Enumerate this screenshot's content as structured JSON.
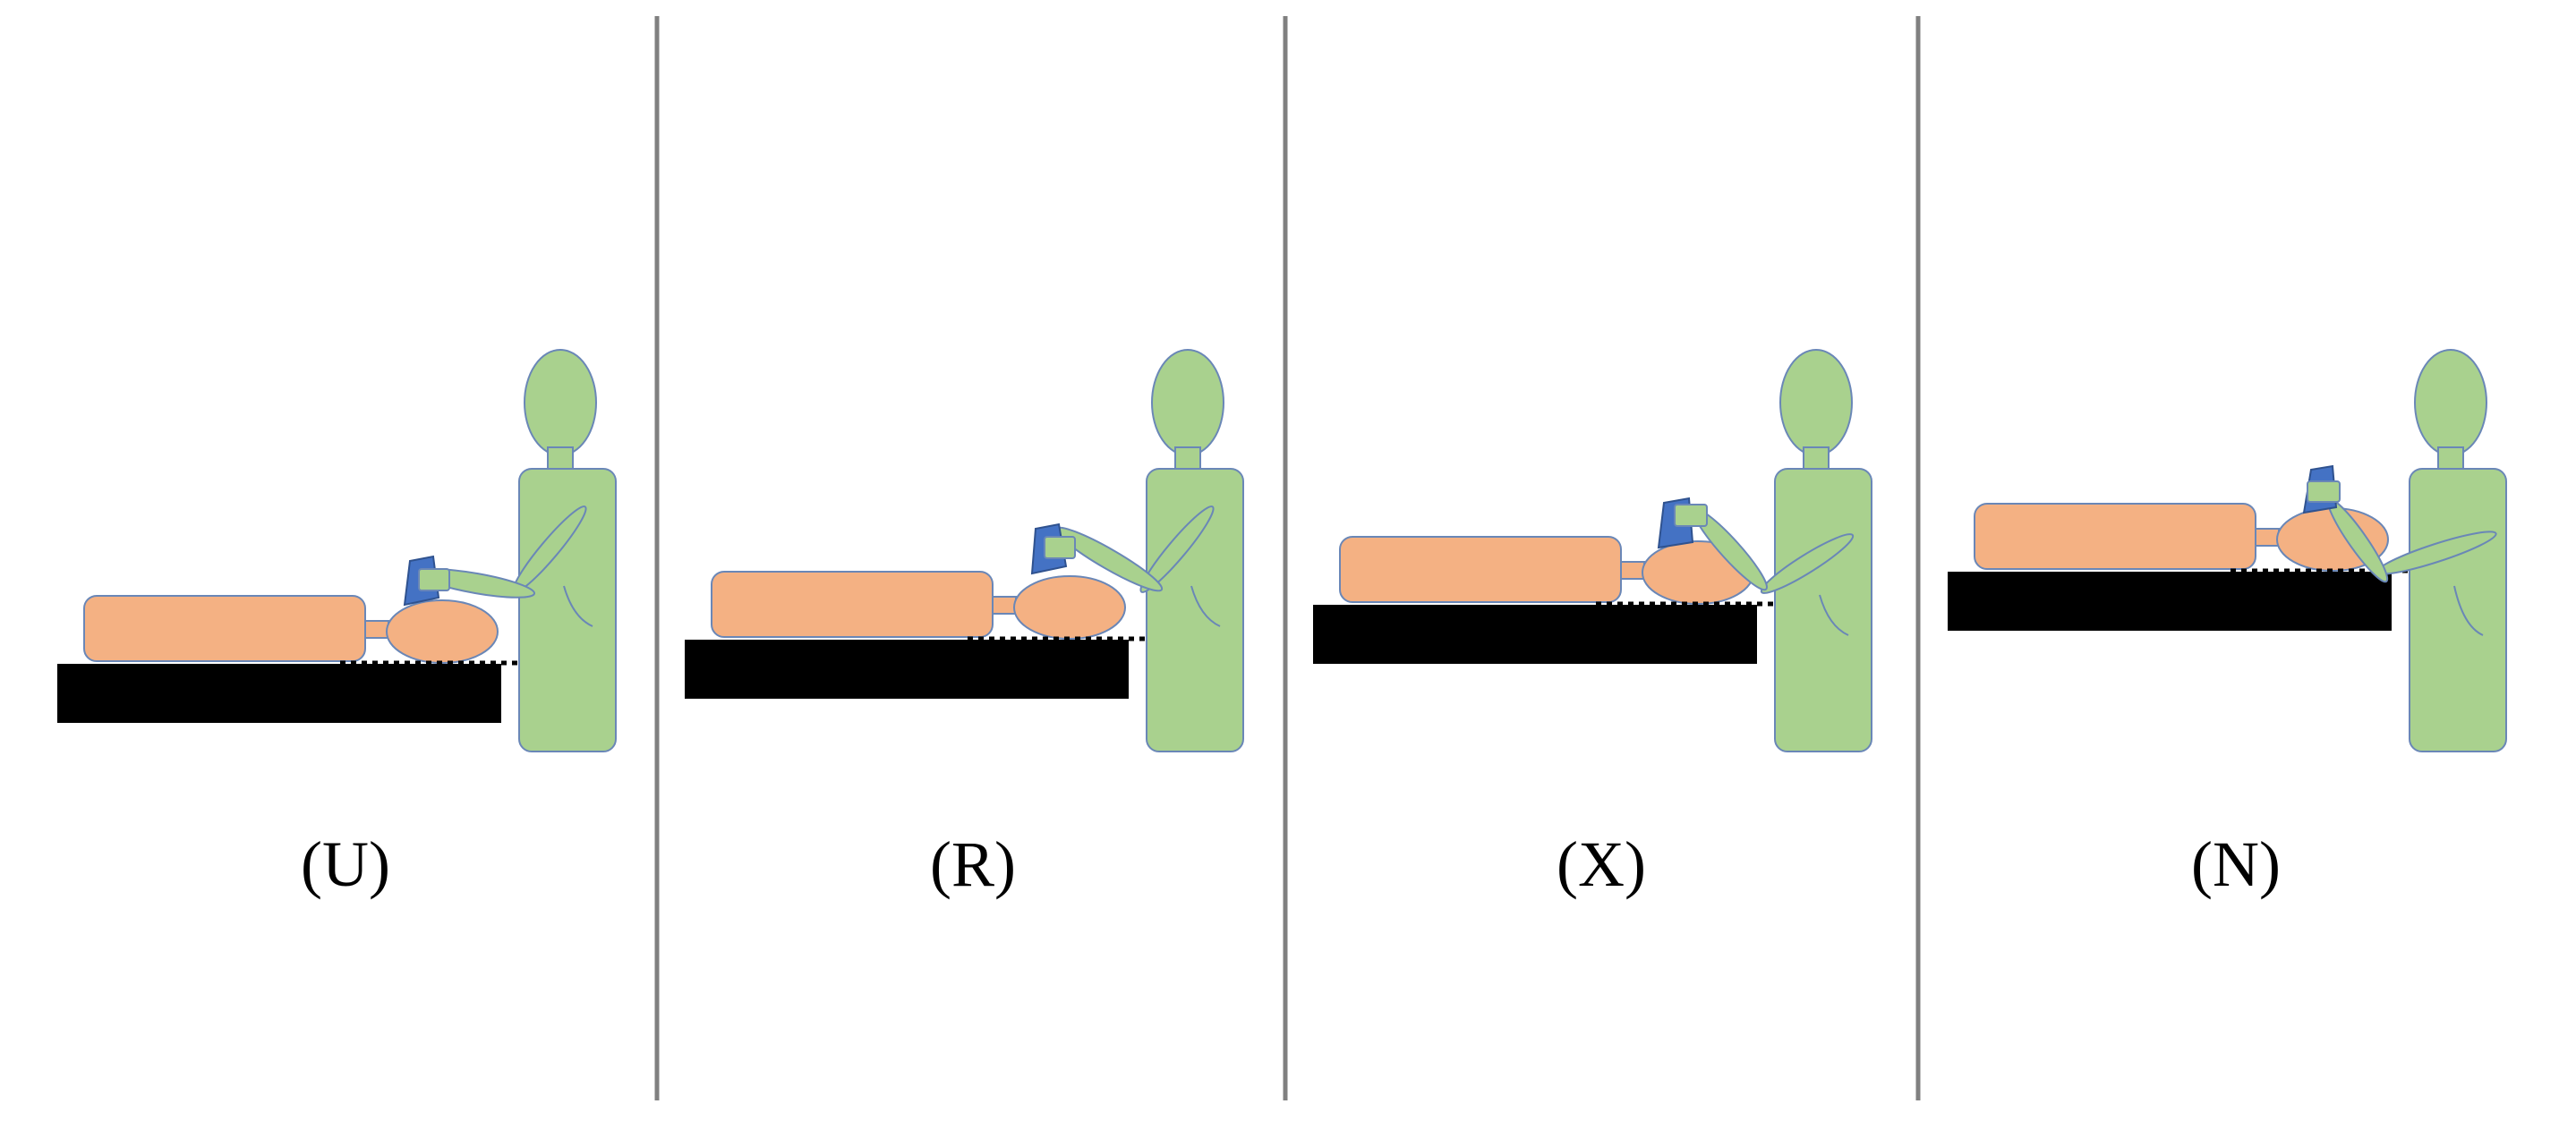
{
  "panels": [
    {
      "id": "U",
      "label": "(U)"
    },
    {
      "id": "R",
      "label": "(R)"
    },
    {
      "id": "X",
      "label": "(X)"
    },
    {
      "id": "N",
      "label": "(N)"
    }
  ],
  "colors": {
    "patient_fill": "#F4B183",
    "operator_fill": "#A9D18E",
    "device_fill": "#4472C4",
    "outline": "#6A87B7",
    "table_fill": "#000000",
    "divider": "#808080",
    "background": "#ffffff"
  }
}
